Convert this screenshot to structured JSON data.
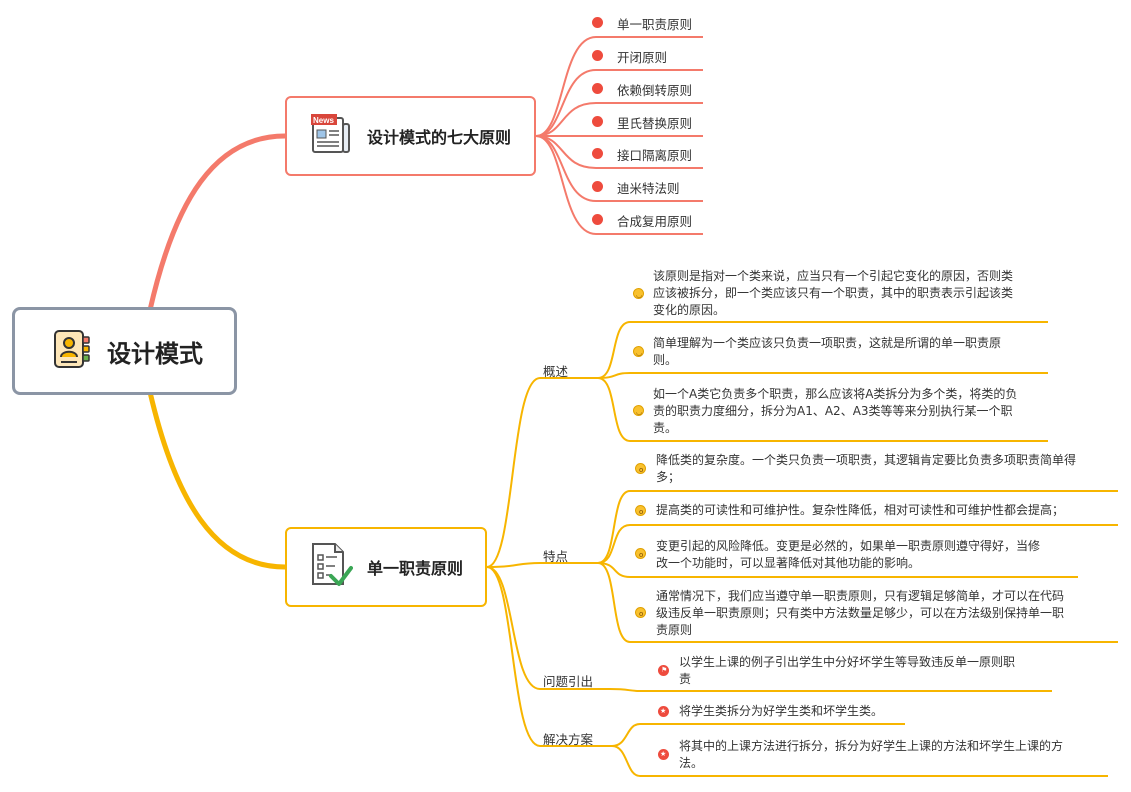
{
  "root": {
    "title": "设计模式",
    "icon": "contact-card-icon"
  },
  "branch1": {
    "title": "设计模式的七大原则",
    "icon": "news-icon",
    "color": "#f47a6b",
    "items": [
      "单一职责原则",
      "开闭原则",
      "依赖倒转原则",
      "里氏替换原则",
      "接口隔离原则",
      "迪米特法则",
      "合成复用原则"
    ]
  },
  "branch2": {
    "title": "单一职责原则",
    "icon": "checklist-icon",
    "color": "#f7b500",
    "sections": [
      {
        "label": "概述",
        "marker": "smile-icon",
        "items": [
          [
            "该原则是指对一个类来说，应当只有一个引起它变化的原因，否则类",
            "应该被拆分，即一个类应该只有一个职责，其中的职责表示引起该类",
            "变化的原因。"
          ],
          [
            "简单理解为一个类应该只负责一项职责，这就是所谓的单一职责原",
            "则。"
          ],
          [
            "如一个A类它负责多个职责，那么应该将A类拆分为多个类，将类的负",
            "责的职责力度细分，拆分为A1、A2、A3类等等来分别执行某一个职",
            "责。"
          ]
        ]
      },
      {
        "label": "特点",
        "marker": "surprised-icon",
        "items": [
          [
            "降低类的复杂度。一个类只负责一项职责，其逻辑肯定要比负责多项职责简单得",
            "多；"
          ],
          [
            "提高类的可读性和可维护性。复杂性降低，相对可读性和可维护性都会提高；"
          ],
          [
            "变更引起的风险降低。变更是必然的，如果单一职责原则遵守得好，当修",
            "改一个功能时，可以显著降低对其他功能的影响。"
          ],
          [
            "通常情况下，我们应当遵守单一职责原则，只有逻辑足够简单，才可以在代码",
            "级违反单一职责原则；只有类中方法数量足够少，可以在方法级别保持单一职",
            "责原则"
          ]
        ]
      },
      {
        "label": "问题引出",
        "marker": "flag-icon",
        "items": [
          [
            "以学生上课的例子引出学生中分好坏学生等导致违反单一原则职",
            "责"
          ]
        ]
      },
      {
        "label": "解决方案",
        "marker": "star-icon",
        "items": [
          [
            "将学生类拆分为好学生类和坏学生类。"
          ],
          [
            "将其中的上课方法进行拆分，拆分为好学生上课的方法和坏学生上课的方",
            "法。"
          ]
        ]
      }
    ]
  }
}
